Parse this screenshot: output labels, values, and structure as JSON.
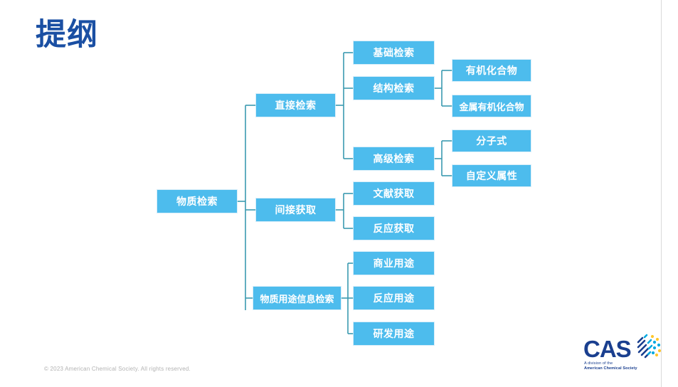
{
  "slide": {
    "title": "提纲",
    "title_color": "#1a4fa3",
    "background": "#ffffff"
  },
  "chart_data": {
    "type": "diagram",
    "title": "物质检索",
    "node_fill": "#4dbced",
    "node_text_color": "#ffffff",
    "connector_color": "#3b9ab0",
    "root": {
      "id": "root",
      "label": "物质检索"
    },
    "nodes": [
      {
        "id": "root",
        "label": "物质检索",
        "level": 1,
        "parent": null
      },
      {
        "id": "direct",
        "label": "直接检索",
        "level": 2,
        "parent": "root"
      },
      {
        "id": "indirect",
        "label": "间接获取",
        "level": 2,
        "parent": "root"
      },
      {
        "id": "usage",
        "label": "物质用途信息检索",
        "level": 2,
        "parent": "root"
      },
      {
        "id": "basic",
        "label": "基础检索",
        "level": 3,
        "parent": "direct"
      },
      {
        "id": "structure",
        "label": "结构检索",
        "level": 3,
        "parent": "direct"
      },
      {
        "id": "advanced",
        "label": "高级检索",
        "level": 3,
        "parent": "direct"
      },
      {
        "id": "organic",
        "label": "有机化合物",
        "level": 4,
        "parent": "structure"
      },
      {
        "id": "organometallic",
        "label": "金属有机化合物",
        "level": 4,
        "parent": "structure"
      },
      {
        "id": "formula",
        "label": "分子式",
        "level": 4,
        "parent": "advanced"
      },
      {
        "id": "custom",
        "label": "自定义属性",
        "level": 4,
        "parent": "advanced"
      },
      {
        "id": "literature",
        "label": "文献获取",
        "level": 3,
        "parent": "indirect"
      },
      {
        "id": "reaction",
        "label": "反应获取",
        "level": 3,
        "parent": "indirect"
      },
      {
        "id": "commercial",
        "label": "商业用途",
        "level": 3,
        "parent": "usage"
      },
      {
        "id": "reaction-use",
        "label": "反应用途",
        "level": 3,
        "parent": "usage"
      },
      {
        "id": "rnd-use",
        "label": "研发用途",
        "level": 3,
        "parent": "usage"
      }
    ]
  },
  "footer": {
    "copyright": "© 2023 American Chemical Society. All rights reserved."
  },
  "logo": {
    "wordmark": "CAS",
    "tagline_line1": "A division of the",
    "tagline_line2": "American Chemical Society",
    "brand_color": "#1a3f8f",
    "accent_cyan": "#00a9e0",
    "accent_yellow": "#ffc72c"
  }
}
